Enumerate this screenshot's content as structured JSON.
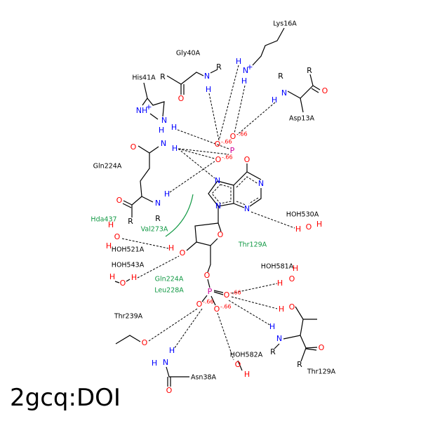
{
  "title": "2gcq:DOI",
  "colors": {
    "N": "#0000ff",
    "O": "#ff0000",
    "P": "#cc0099",
    "C": "#000000",
    "hydrophobic": "#119944"
  },
  "residue_labels": [
    "Lys16A",
    "Gly40A",
    "His41A",
    "Asp13A",
    "Gln224A",
    "HOH530A",
    "HOH521A",
    "HOH543A",
    "HOH581A",
    "Thr239A",
    "HOH582A",
    "Asn38A",
    "Thr129A"
  ],
  "hydrophobic_labels": [
    "Hda437",
    "Val273A",
    "Thr129A",
    "Gln224A",
    "Leu228A"
  ],
  "atoms": [
    {
      "t": "H",
      "e": "N"
    },
    {
      "t": "N",
      "e": "N",
      "sup": "+"
    },
    {
      "t": "H",
      "e": "N"
    },
    {
      "t": "R",
      "e": "C"
    },
    {
      "t": "O",
      "e": "O"
    },
    {
      "t": "N",
      "e": "N"
    },
    {
      "t": "R",
      "e": "C"
    },
    {
      "t": "H",
      "e": "N"
    },
    {
      "t": "NH",
      "e": "N",
      "sup": "+"
    },
    {
      "t": "N",
      "e": "N"
    },
    {
      "t": "H",
      "e": "N"
    },
    {
      "t": "O",
      "e": "O"
    },
    {
      "t": "H",
      "e": "N"
    },
    {
      "t": "N",
      "e": "N"
    },
    {
      "t": "H",
      "e": "N"
    },
    {
      "t": "O",
      "e": "O"
    },
    {
      "t": "R",
      "e": "C"
    },
    {
      "t": "N",
      "e": "N"
    },
    {
      "t": "H",
      "e": "N"
    },
    {
      "t": "R",
      "e": "C"
    },
    {
      "t": "R",
      "e": "C"
    },
    {
      "t": "N",
      "e": "N"
    },
    {
      "t": "H",
      "e": "N"
    },
    {
      "t": "O",
      "e": "O"
    },
    {
      "t": "R",
      "e": "C"
    },
    {
      "t": "O",
      "e": "O",
      "chg": "-.66"
    },
    {
      "t": "O",
      "e": "O",
      "chg": "-.66"
    },
    {
      "t": "P",
      "e": "P"
    },
    {
      "t": "O",
      "e": "O",
      "chg": "-.66"
    },
    {
      "t": "O",
      "e": "O"
    },
    {
      "t": "N",
      "e": "N"
    },
    {
      "t": "N",
      "e": "N"
    },
    {
      "t": "N",
      "e": "N"
    },
    {
      "t": "N",
      "e": "N"
    },
    {
      "t": "O",
      "e": "O"
    },
    {
      "t": "O",
      "e": "O"
    },
    {
      "t": "H",
      "e": "O"
    },
    {
      "t": "O",
      "e": "O"
    },
    {
      "t": "P",
      "e": "P"
    },
    {
      "t": "O",
      "e": "O",
      "chg": "-.66"
    },
    {
      "t": "O",
      "e": "O",
      "chg": "-.66"
    },
    {
      "t": "O",
      "e": "O",
      "chg": "-.66"
    },
    {
      "t": "H",
      "e": "O"
    },
    {
      "t": "O",
      "e": "O"
    },
    {
      "t": "H",
      "e": "O"
    },
    {
      "t": "H",
      "e": "O"
    },
    {
      "t": "O",
      "e": "O"
    },
    {
      "t": "H",
      "e": "O"
    },
    {
      "t": "H",
      "e": "O"
    },
    {
      "t": "O",
      "e": "O"
    },
    {
      "t": "H",
      "e": "O"
    },
    {
      "t": "H",
      "e": "O"
    },
    {
      "t": "O",
      "e": "O"
    },
    {
      "t": "H",
      "e": "O"
    },
    {
      "t": "H",
      "e": "O"
    },
    {
      "t": "O",
      "e": "O"
    },
    {
      "t": "H",
      "e": "N"
    },
    {
      "t": "N",
      "e": "N"
    },
    {
      "t": "R",
      "e": "C"
    },
    {
      "t": "O",
      "e": "O"
    },
    {
      "t": "R",
      "e": "C"
    },
    {
      "t": "O",
      "e": "O"
    },
    {
      "t": "H",
      "e": "N"
    },
    {
      "t": "H",
      "e": "N"
    },
    {
      "t": "N",
      "e": "N"
    },
    {
      "t": "O",
      "e": "O"
    },
    {
      "t": "O",
      "e": "O"
    },
    {
      "t": "H",
      "e": "O"
    }
  ]
}
